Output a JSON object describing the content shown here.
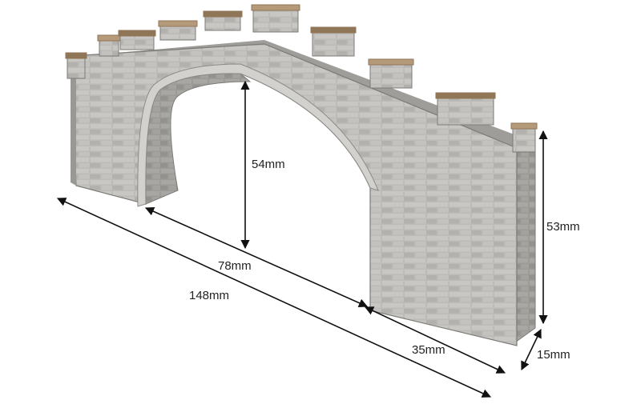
{
  "title": "",
  "dimensions": {
    "arch_height": "54mm",
    "arch_width": "78mm",
    "overall_length": "148mm",
    "end_wall_length": "35mm",
    "wall_height": "53mm",
    "wall_depth": "15mm"
  },
  "colors": {
    "stone_light": "#c9c7c3",
    "stone_mid": "#a9a7a3",
    "stone_dark": "#8d8b87",
    "mortar": "#7d7b77",
    "capping": "#b49a78",
    "capping_dark": "#8f7657",
    "arrow": "#111111",
    "background": "#ffffff"
  }
}
